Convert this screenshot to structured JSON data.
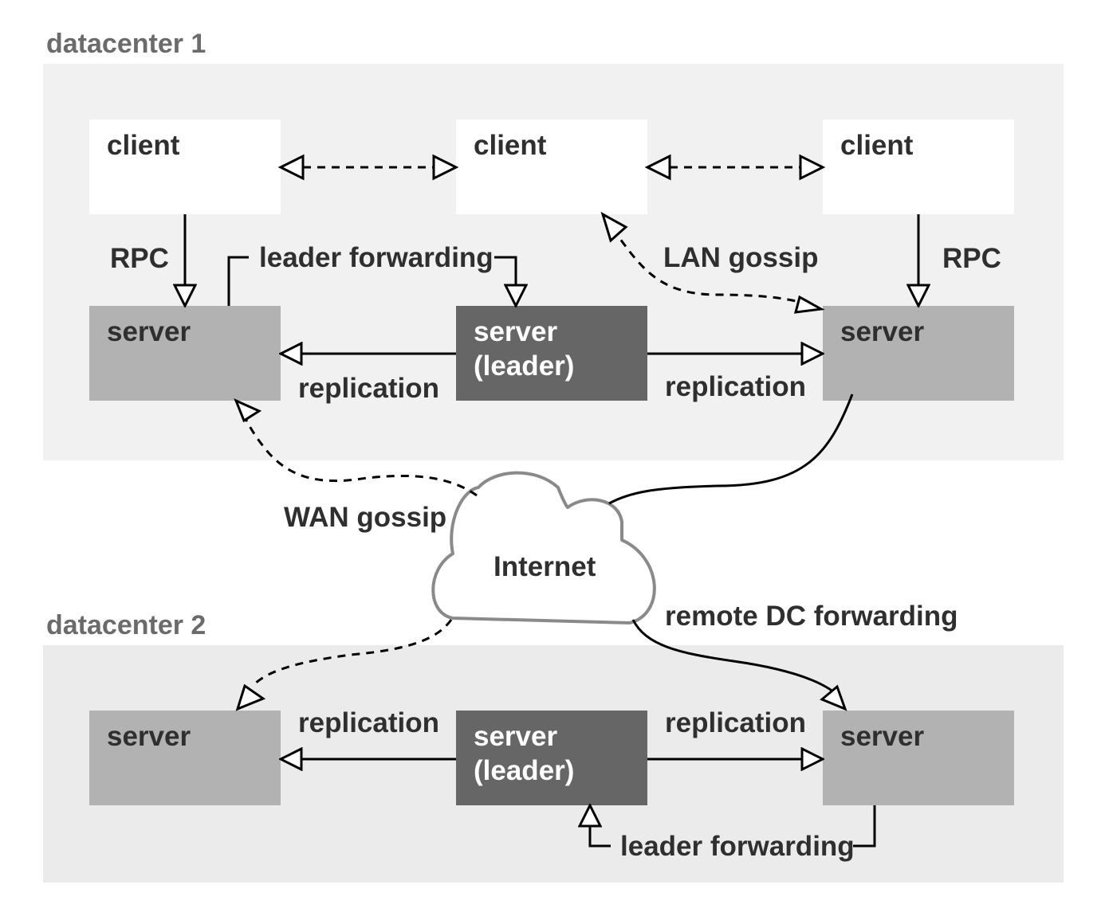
{
  "datacenter1": {
    "title": "datacenter 1",
    "clients": [
      "client",
      "client",
      "client"
    ],
    "servers": [
      {
        "line1": "server",
        "line2": ""
      },
      {
        "line1": "server",
        "line2": "(leader)"
      },
      {
        "line1": "server",
        "line2": ""
      }
    ],
    "labels": {
      "rpc_left": "RPC",
      "rpc_right": "RPC",
      "leader_forwarding": "leader forwarding",
      "lan_gossip": "LAN gossip",
      "replication_left": "replication",
      "replication_right": "replication"
    }
  },
  "internet": {
    "label": "Internet",
    "wan_gossip": "WAN gossip",
    "remote_dc_forwarding": "remote DC forwarding"
  },
  "datacenter2": {
    "title": "datacenter 2",
    "servers": [
      {
        "line1": "server",
        "line2": ""
      },
      {
        "line1": "server",
        "line2": "(leader)"
      },
      {
        "line1": "server",
        "line2": ""
      }
    ],
    "labels": {
      "replication_left": "replication",
      "replication_right": "replication",
      "leader_forwarding": "leader forwarding"
    }
  },
  "colors": {
    "dc1_background": "#f1f1f1",
    "dc2_background": "#ebebeb",
    "client_fill": "#ffffff",
    "server_fill": "#b2b2b2",
    "leader_fill": "#666666",
    "cloud_stroke": "#8a8a8a",
    "line": "#000000"
  }
}
